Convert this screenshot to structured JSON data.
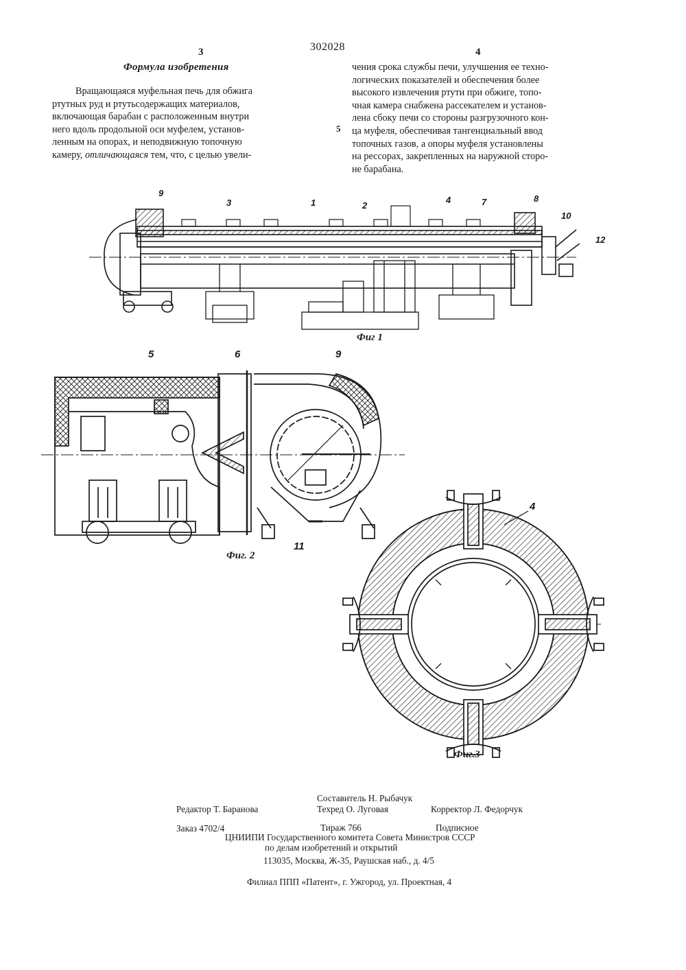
{
  "header": {
    "left_page_number": "3",
    "document_number": "302028",
    "right_page_number": "4"
  },
  "claims": {
    "heading": "Формула изобретения",
    "col1_lines": [
      "Вращающаяся муфельная печь для обжига",
      "ртутных руд и ртутьсодержащих материалов,",
      "включающая барабан с расположенным внутри",
      "него вдоль продольной оси муфелем, установ-",
      "ленным на опорах, и неподвижную топочную"
    ],
    "col1_last_pre": "камеру, ",
    "col1_last_italic": "отличающаяся",
    "col1_last_post": " тем, что, с целью увели-",
    "line_marker": "5",
    "col2_lines": [
      "чения срока службы печи, улучшения ее техно-",
      "логических показателей и обеспечения более",
      "высокого извлечения ртути при обжиге, топо-",
      "чная камера снабжена рассекателем и установ-",
      "лена сбоку печи со стороны разгрузочного кон-",
      "ца муфеля, обеспечивая тангенциальный ввод",
      "топочных газов, а опоры муфеля установлены",
      "на рессорах, закрепленных на наружной сторо-",
      "не барабана."
    ]
  },
  "figures": {
    "fig1": {
      "caption": "Фиг 1",
      "callouts": [
        "9",
        "3",
        "1",
        "2",
        "4",
        "7",
        "8",
        "10",
        "12"
      ]
    },
    "fig2": {
      "caption": "Фиг. 2",
      "callouts": [
        "5",
        "6",
        "9",
        "11"
      ]
    },
    "fig3": {
      "caption": "Фиг.3",
      "callouts": [
        "4"
      ]
    }
  },
  "imprint": {
    "compiler": "Составитель Н. Рыбачук",
    "editor": "Редактор Т. Баранова",
    "techred": "Техред О. Луговая",
    "corrector": "Корректор Л. Федорчук",
    "order": "Заказ 4702/4",
    "circulation": "Тираж 766",
    "subscription": "Подписное",
    "institute": "ЦНИИПИ Государственного комитета Совета Министров СССР",
    "affairs": "по делам изобретений и открытий",
    "address": "113035, Москва, Ж-35, Раушская наб., д. 4/5",
    "branch": "Филиал ППП «Патент», г. Ужгород, ул. Проектная, 4"
  }
}
